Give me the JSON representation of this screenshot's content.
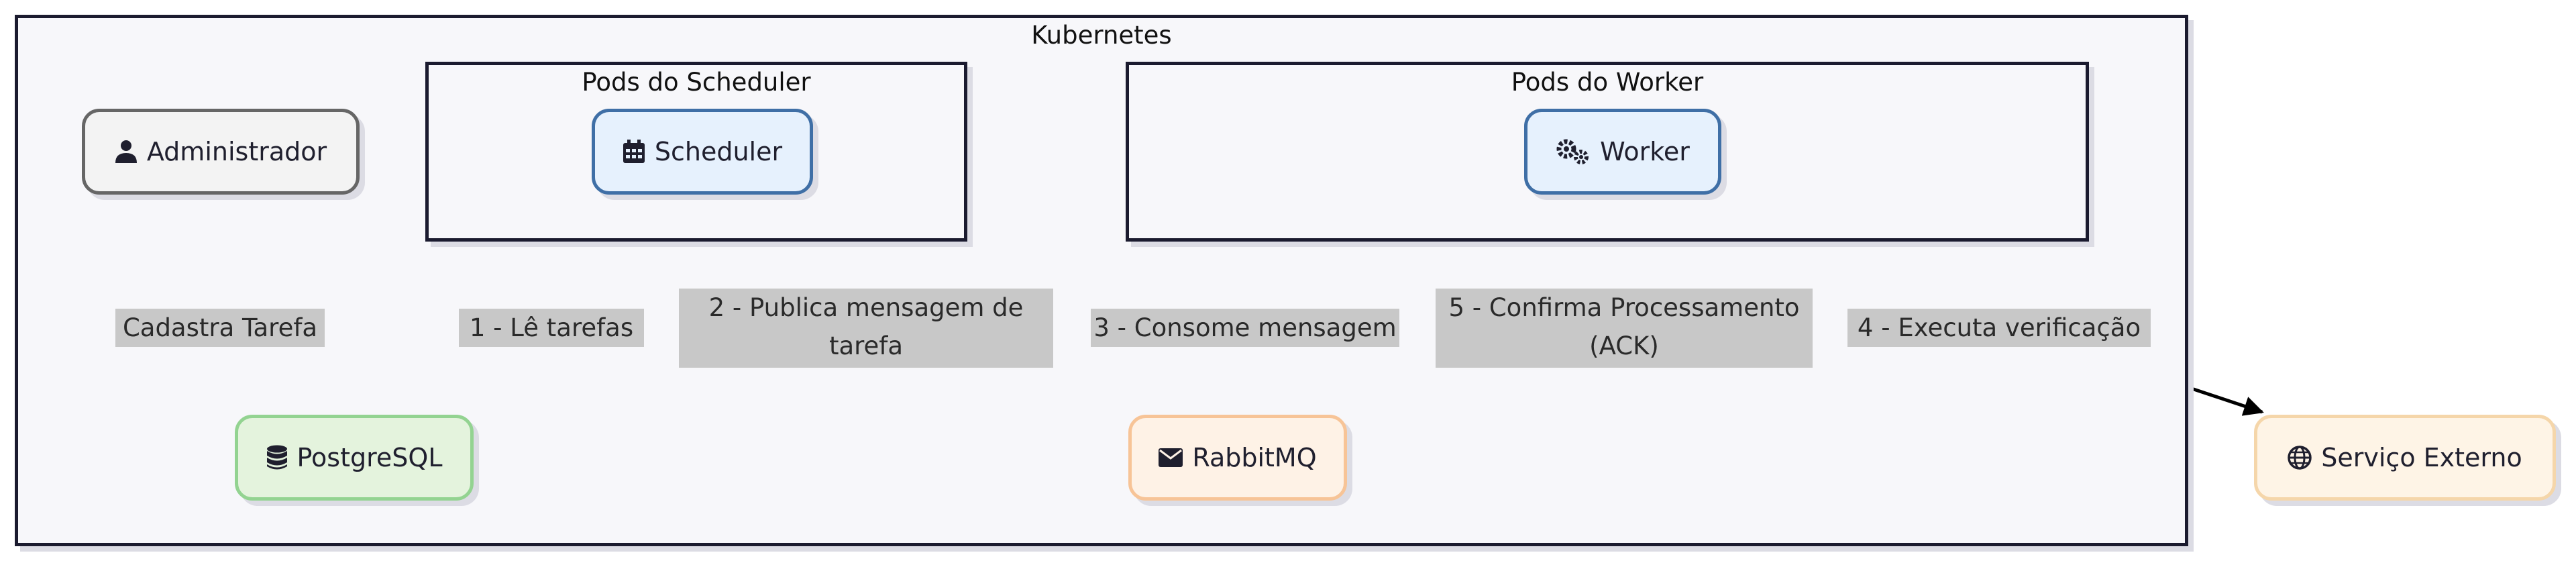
{
  "clusters": {
    "kubernetes": "Kubernetes",
    "scheduler_pods": "Pods do Scheduler",
    "worker_pods": "Pods do Worker"
  },
  "nodes": {
    "admin": {
      "label": "Administrador",
      "icon": "user-icon"
    },
    "scheduler": {
      "label": "Scheduler",
      "icon": "calendar-icon"
    },
    "worker": {
      "label": "Worker",
      "icon": "gears-icon"
    },
    "postgres": {
      "label": "PostgreSQL",
      "icon": "database-icon"
    },
    "rabbitmq": {
      "label": "RabbitMQ",
      "icon": "envelope-icon"
    },
    "external": {
      "label": "Serviço Externo",
      "icon": "globe-icon"
    }
  },
  "edges": {
    "register_task": "Cadastra Tarefa",
    "read_tasks": "1 - Lê tarefas",
    "publish_line1": "2 - Publica mensagem de",
    "publish_line2": "tarefa",
    "consume": "3 - Consome mensagem",
    "ack_line1": "5 - Confirma Processamento",
    "ack_line2": "(ACK)",
    "execute": "4 - Executa verificação"
  },
  "colors": {
    "kubernetes_bg": "#f7f7fa",
    "scheduler_fill": "#e6f1fd",
    "scheduler_stroke": "#3f6fa6",
    "postgres_fill": "#e4f3dd",
    "postgres_stroke": "#93d391",
    "rabbitmq_fill": "#fef2e6",
    "rabbitmq_stroke": "#f7c497",
    "external_fill": "#fef4e6",
    "external_stroke": "#f5d6aa",
    "admin_fill": "#f3f3f3",
    "admin_stroke": "#666666",
    "edge_label_bg": "#c8c8c8"
  }
}
